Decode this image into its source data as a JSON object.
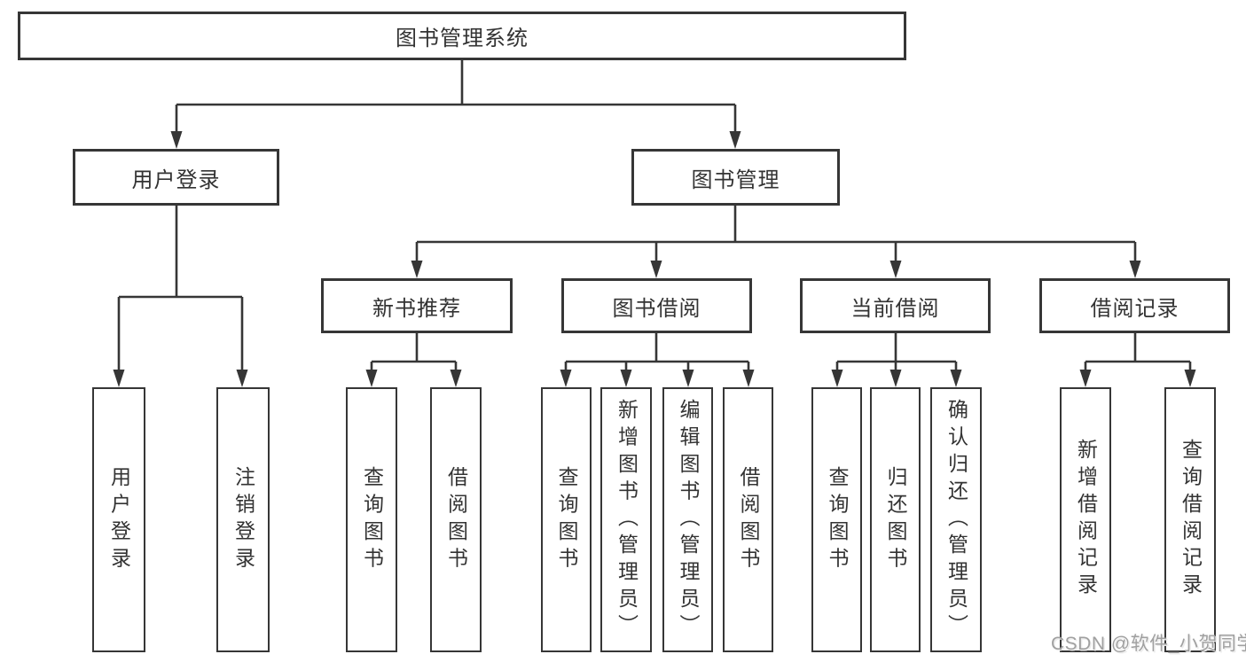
{
  "nodes": {
    "root": {
      "label": "图书管理系统"
    },
    "user_login": {
      "label": "用户登录"
    },
    "book_management": {
      "label": "图书管理"
    },
    "new_book_recommend": {
      "label": "新书推荐"
    },
    "book_borrow": {
      "label": "图书借阅"
    },
    "current_borrow": {
      "label": "当前借阅"
    },
    "borrow_records": {
      "label": "借阅记录"
    },
    "leaf_user_login": {
      "label": "用户登录"
    },
    "leaf_logout": {
      "label": "注销登录"
    },
    "leaf_nb_query_book": {
      "label": "查询图书"
    },
    "leaf_nb_borrow_book": {
      "label": "借阅图书"
    },
    "leaf_bb_query_book": {
      "label": "查询图书"
    },
    "leaf_bb_add_book": {
      "label": "新增图书（管理员）"
    },
    "leaf_bb_edit_book": {
      "label": "编辑图书（管理员）"
    },
    "leaf_bb_borrow_book": {
      "label": "借阅图书"
    },
    "leaf_cb_query_book": {
      "label": "查询图书"
    },
    "leaf_cb_return_book": {
      "label": "归还图书"
    },
    "leaf_cb_confirm_return": {
      "label": "确认归还（管理员）"
    },
    "leaf_br_add_record": {
      "label": "新增借阅记录"
    },
    "leaf_br_query_record": {
      "label": "查询借阅记录"
    }
  },
  "watermark": {
    "text": "CSDN @软件_小贺同学"
  },
  "colors": {
    "line": "#363636",
    "text": "#333333",
    "box_background": "#ffffff",
    "watermark": "#a0a0a0"
  }
}
